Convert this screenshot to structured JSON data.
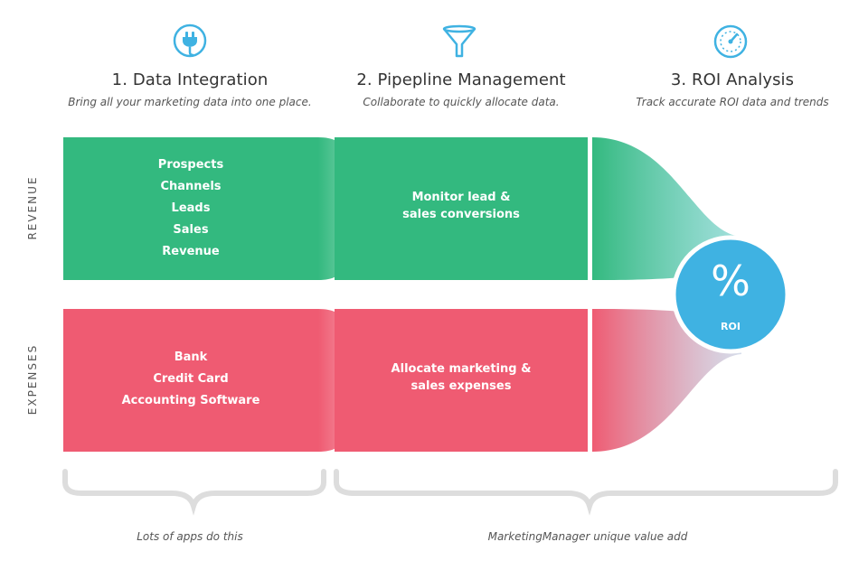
{
  "colors": {
    "revenue": "#33b97f",
    "expenses": "#ef5b72",
    "roi_circle": "#3fb2e2",
    "icon_blue": "#3fb2e2",
    "brace": "#dddddd"
  },
  "columns": [
    {
      "icon": "plug-icon",
      "title": "1. Data Integration",
      "subtitle": "Bring all your marketing data into one place."
    },
    {
      "icon": "funnel-icon",
      "title": "2. Pipepline Management",
      "subtitle": "Collaborate to quickly allocate data."
    },
    {
      "icon": "gauge-icon",
      "title": "3. ROI Analysis",
      "subtitle": "Track accurate ROI data and trends"
    }
  ],
  "rows": {
    "revenue_label": "REVENUE",
    "expenses_label": "EXPENSES"
  },
  "revenue": {
    "sources": [
      "Prospects",
      "Channels",
      "Leads",
      "Sales",
      "Revenue"
    ],
    "pipeline": [
      "Monitor lead &",
      "sales conversions"
    ]
  },
  "expenses": {
    "sources": [
      "Bank",
      "Credit Card",
      "Accounting Software"
    ],
    "pipeline": [
      "Allocate marketing &",
      "sales expenses"
    ]
  },
  "roi": {
    "symbol": "%",
    "label": "ROI"
  },
  "notes": {
    "left": "Lots of apps do this",
    "right": "MarketingManager unique value add"
  }
}
